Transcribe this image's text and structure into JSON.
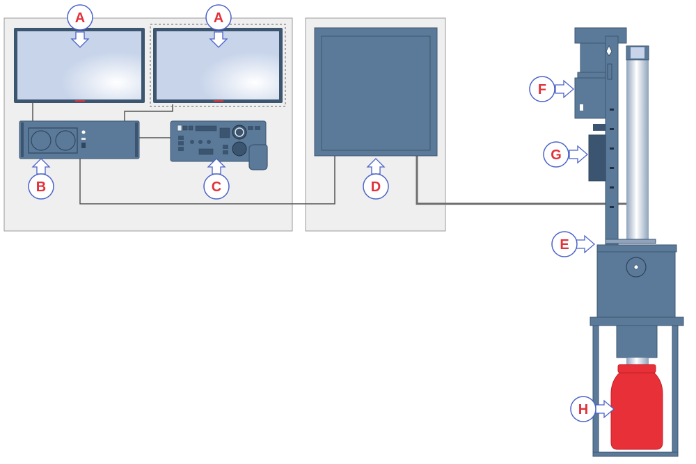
{
  "colors": {
    "panel_bg": "#efefef",
    "panel_border": "#9a9a9a",
    "device_blue": "#5b7a99",
    "device_dark": "#3b5570",
    "screen_light": "#c7d4ea",
    "callout_text": "#e0323a",
    "callout_ring": "#4a62c8",
    "cable": "#555555",
    "sample_red": "#e83038"
  },
  "callouts": [
    {
      "id": "a1",
      "letter": "A",
      "target": "monitor-left"
    },
    {
      "id": "a2",
      "letter": "A",
      "target": "monitor-right"
    },
    {
      "id": "b",
      "letter": "B",
      "target": "control-computer"
    },
    {
      "id": "c",
      "letter": "C",
      "target": "control-panel"
    },
    {
      "id": "d",
      "letter": "D",
      "target": "electronics-cabinet"
    },
    {
      "id": "e",
      "letter": "E",
      "target": "microscope-column-stage"
    },
    {
      "id": "f",
      "letter": "F",
      "target": "upper-detector"
    },
    {
      "id": "g",
      "letter": "G",
      "target": "side-detector"
    },
    {
      "id": "h",
      "letter": "H",
      "target": "red-vessel"
    }
  ]
}
